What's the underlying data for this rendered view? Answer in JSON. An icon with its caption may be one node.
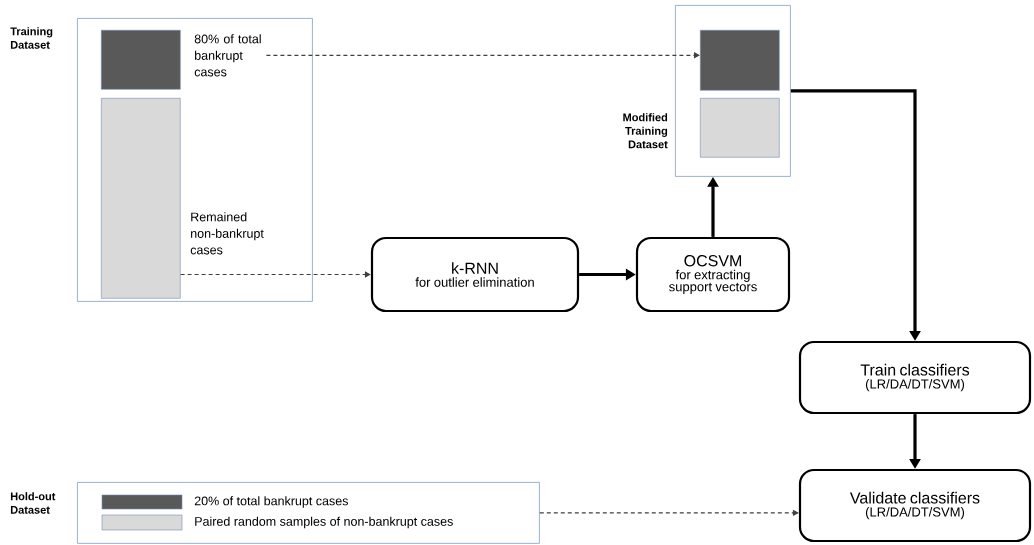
{
  "diagram": {
    "nodes": [
      {
        "text": [
          "Training Dataset"
        ]
      },
      {
        "text": [],
        "shape": "bar",
        "in": 0
      },
      {
        "text": [
          "80% of total bankrupt cases"
        ],
        "in": 0
      },
      {
        "text": [],
        "shape": "bar",
        "in": 0,
        "beside": [
          "Remained non-bankrupt cases"
        ]
      },
      {
        "text": [
          "Modified Training Dataset"
        ]
      },
      {
        "text": [],
        "shape": "bar",
        "in": 4
      },
      {
        "text": [],
        "shape": "bar",
        "in": 4
      },
      {
        "text": [
          "k-RNN",
          "for outlier elimination"
        ]
      },
      {
        "text": [
          "OCSVM",
          "for extracting support vectors"
        ]
      },
      {
        "text": [
          "Train classifiers",
          "(LR/DA/DT/SVM)"
        ]
      },
      {
        "text": [
          "Validate classifiers",
          "(LR/DA/DT/SVM)"
        ]
      },
      {
        "text": [
          "Hold-out Dataset"
        ]
      }
    ],
    "edges": [
      {
        "from": 2,
        "to": 5,
        "arrow": "to",
        "style": "dashed",
        "color": "#404040"
      },
      {
        "from": 3,
        "to": 7,
        "arrow": "to",
        "style": "dashed",
        "color": "#404040"
      },
      {
        "from": 7,
        "to": 8,
        "arrow": "to"
      },
      {
        "from": 8,
        "to": 4,
        "arrow": "to"
      },
      {
        "from": 4,
        "to": 9,
        "arrow": "to"
      },
      {
        "from": 9,
        "to": 10,
        "arrow": "to"
      },
      {
        "from": 11,
        "to": 10,
        "arrow": "to",
        "style": "dashed",
        "color": "#404040"
      }
    ],
    "legend": [
      {
        "text": "20% of total bankrupt cases",
        "color": "#595959"
      },
      {
        "text": "Paired random samples of non-bankrupt cases",
        "color": "#d9d9d9"
      }
    ]
  }
}
